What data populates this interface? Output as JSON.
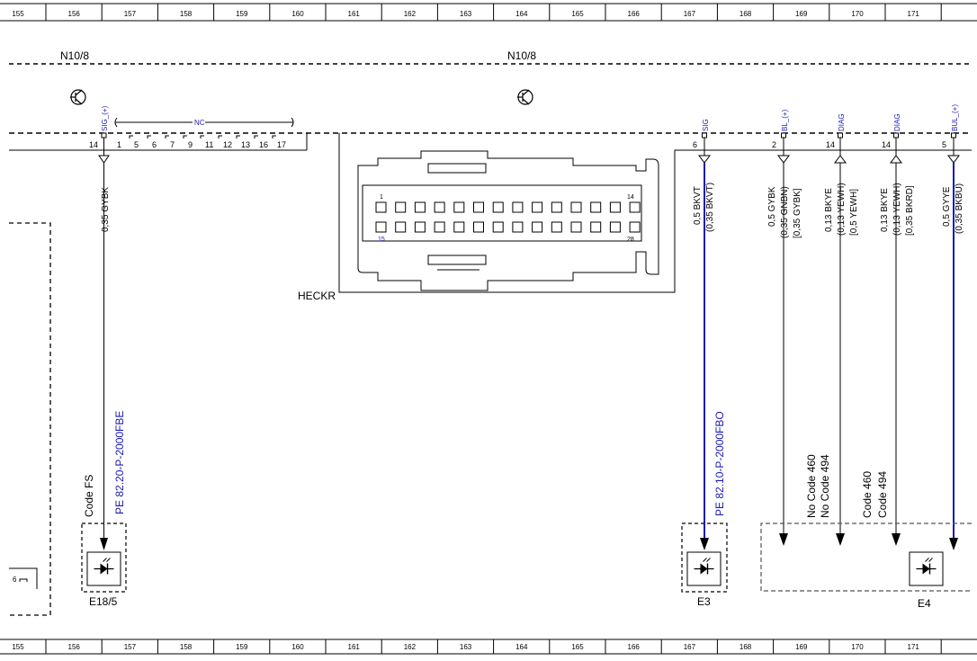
{
  "ruler": {
    "columns": [
      "155",
      "156",
      "157",
      "158",
      "159",
      "160",
      "161",
      "162",
      "163",
      "164",
      "165",
      "166",
      "167",
      "168",
      "169",
      "170",
      "171"
    ]
  },
  "modules": {
    "left_label": "N10/8",
    "center_label": "N10/8",
    "connector_label": "HECKR"
  },
  "connector_pins": {
    "first_row_start": "1",
    "first_row_end": "14",
    "second_row_start": "15",
    "second_row_end": "28"
  },
  "left_pins": {
    "pin14": "14",
    "pin14_signal": "SIG_(+)",
    "nc_label": "NC",
    "nc_pins": [
      "1",
      "5",
      "6",
      "7",
      "9",
      "11",
      "12",
      "13",
      "16",
      "17"
    ]
  },
  "right_pins": [
    {
      "pin": "6",
      "signal": "SIG"
    },
    {
      "pin": "2",
      "signal": "BL_(+)"
    },
    {
      "pin": "14",
      "signal": "DIAG"
    },
    {
      "pin": "14",
      "signal": "DIAG"
    },
    {
      "pin": "5",
      "signal": "BUL_(+)"
    }
  ],
  "wires": {
    "w1": [
      "0,35 GYBK"
    ],
    "w2": [
      "0,5 BKVT",
      "(0,35 BKVT)"
    ],
    "w3": [
      "0,5 GYBK",
      "(0,35 GNBN)",
      "[0,35 GYBK]"
    ],
    "w4": [
      "0,13 BKYE",
      "(0,13 YEWH)",
      "[0,5 YEWH]"
    ],
    "w5": [
      "0,13 BKYE",
      "(0,13 YEWH)",
      "[0,35 BKRD]"
    ],
    "w6": [
      "0,5 GYYE",
      "(0,35 BKBU)"
    ]
  },
  "references": {
    "ref1": "PE 82.20-P-2000FBE",
    "ref2": "PE 82.10-P-2000FBO"
  },
  "codes": {
    "code_fs": "Code FS",
    "no_code_460": "No Code 460",
    "no_code_494": "No Code 494",
    "code_460": "Code 460",
    "code_494": "Code 494"
  },
  "components": {
    "e18_5": "E18/5",
    "e3": "E3",
    "e4": "E4"
  },
  "misc": {
    "left_box_pin": "6"
  },
  "colors": {
    "line": "#000000",
    "signal_blue": "#1a1ab4",
    "dash_gray": "#555555"
  }
}
